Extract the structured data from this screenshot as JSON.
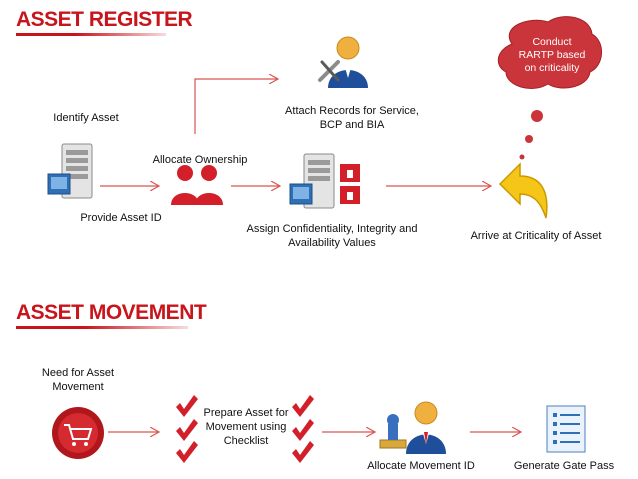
{
  "sections": {
    "register_title": "ASSET REGISTER",
    "movement_title": "ASSET MOVEMENT"
  },
  "register": {
    "identify_asset": "Identify Asset",
    "provide_asset_id": "Provide Asset ID",
    "allocate_ownership": "Allocate Ownership",
    "attach_records_line1": "Attach Records for Service,",
    "attach_records_line2": "BCP and BIA",
    "assign_cia_line1": "Assign Confidentiality, Integrity and",
    "assign_cia_line2": "Availability Values",
    "arrive_criticality": "Arrive at Criticality of Asset",
    "thought_line1": "Conduct",
    "thought_line2": "RARTP based",
    "thought_line3": "on criticality"
  },
  "movement": {
    "need_line1": "Need for Asset",
    "need_line2": "Movement",
    "prepare_line1": "Prepare Asset for",
    "prepare_line2": "Movement using",
    "prepare_line3": "Checklist",
    "allocate_movement_id": "Allocate Movement ID",
    "generate_gate_pass": "Generate Gate Pass"
  },
  "colors": {
    "title_red": "#c8151b",
    "arrow_red": "#d9534f",
    "bubble_red": "#c9353a"
  },
  "icons": [
    "server-icon",
    "people-icon",
    "tools-person-icon",
    "server-lock-icon",
    "undo-arrow-icon",
    "cart-icon",
    "checkmark-icon",
    "stamp-person-icon",
    "checklist-icon"
  ]
}
